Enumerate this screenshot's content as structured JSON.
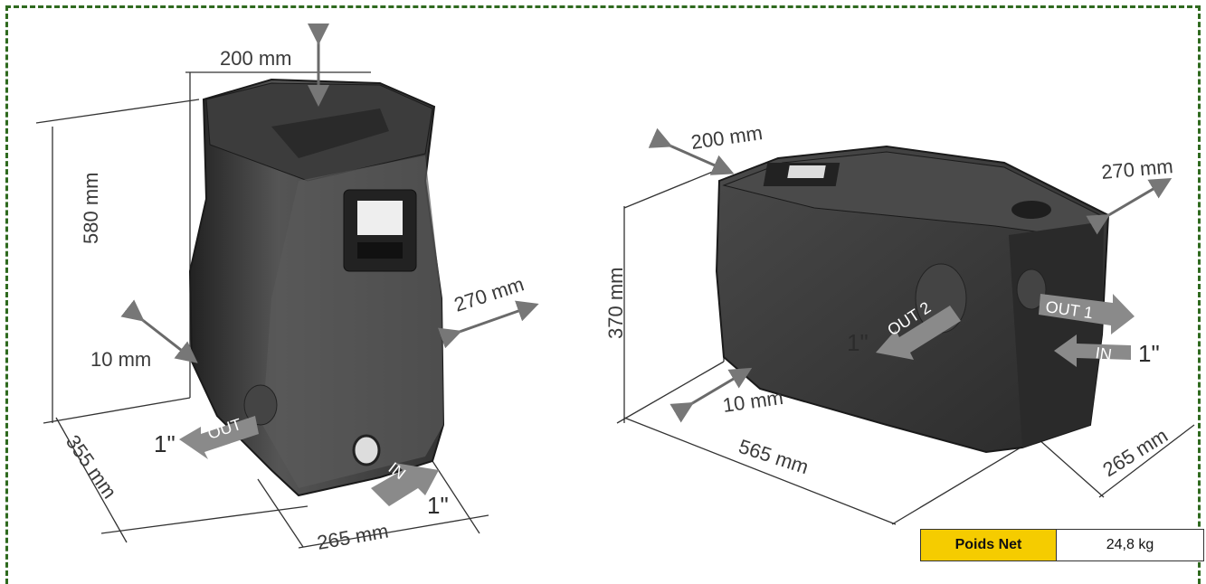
{
  "left_pump": {
    "clearance_top": "200 mm",
    "height": "580 mm",
    "clearance_side_right": "270 mm",
    "clearance_back": "10 mm",
    "depth": "355 mm",
    "width": "265 mm",
    "outlet_label": "OUT",
    "outlet_size": "1\"",
    "inlet_label": "IN",
    "inlet_size": "1\""
  },
  "right_pump": {
    "clearance_top": "200 mm",
    "clearance_side_right": "270 mm",
    "height": "370 mm",
    "clearance_back": "10 mm",
    "length": "565 mm",
    "width": "265 mm",
    "outlet2_label": "OUT 2",
    "outlet2_size": "1\"",
    "outlet1_label": "OUT 1",
    "inlet_label": "IN",
    "inlet_size": "1\""
  },
  "spec_table": {
    "label": "Poids Net",
    "value": "24,8 kg"
  },
  "colors": {
    "frame_border": "#2f6a1f",
    "table_label_bg": "#f5cc00",
    "pump_body": "#3b3b3b",
    "arrow": "#8a8a8a"
  }
}
